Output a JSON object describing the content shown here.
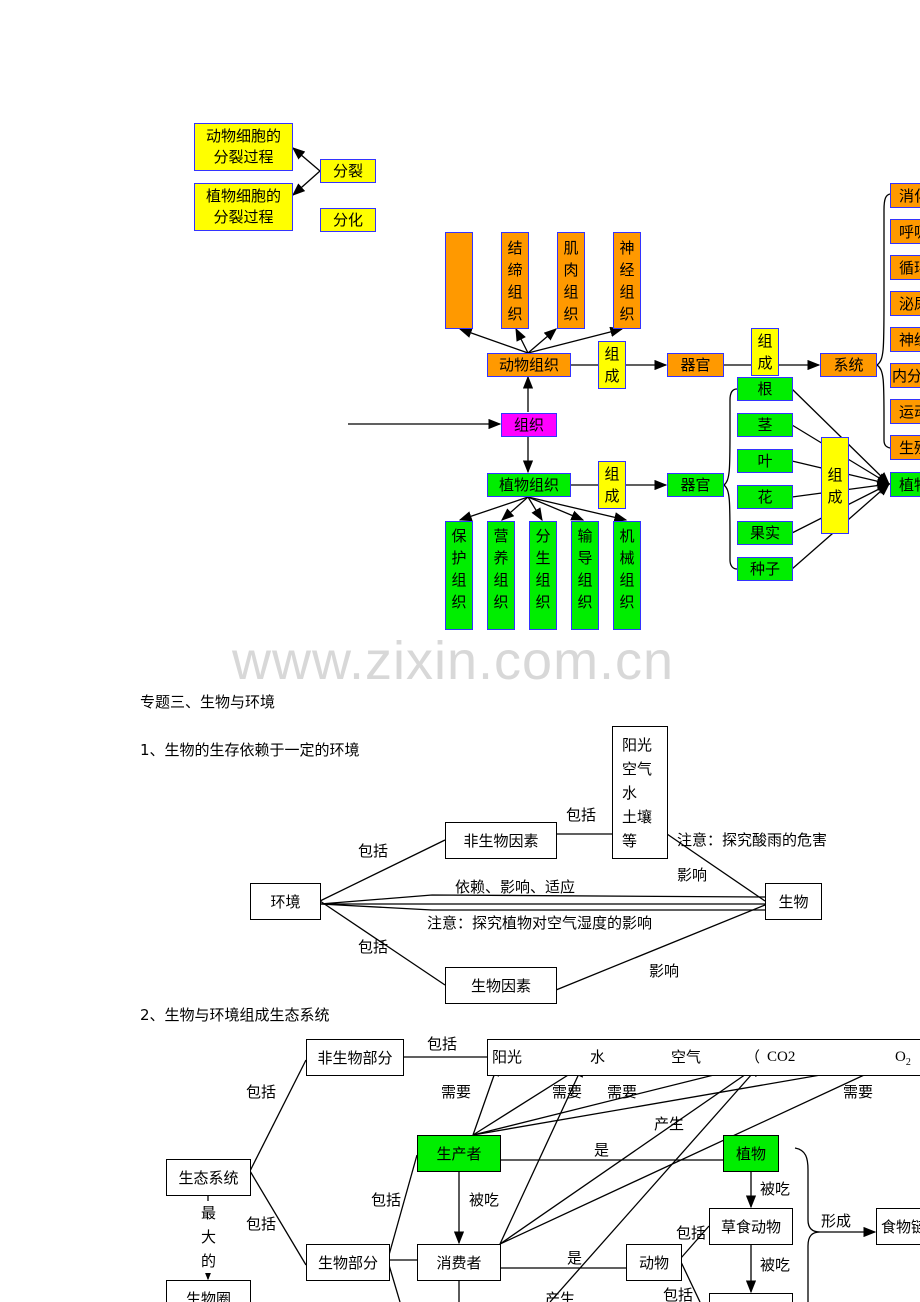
{
  "top_diagram": {
    "cell_division": [
      "动物细胞的\n分裂过程",
      "植物细胞的\n分裂过程"
    ],
    "split": "分裂",
    "differentiate": "分化",
    "animal_tissues": [
      "",
      "结缔组织",
      "肌肉组织",
      "神经组织"
    ],
    "animal_tissue": "动物组织",
    "compose": "组成",
    "organ": "器官",
    "system": "系统",
    "systems": [
      "消化",
      "呼吸",
      "循环",
      "泌尿",
      "神经",
      "内分泌",
      "运动",
      "生殖"
    ],
    "plant_body": "植物",
    "tissue": "组织",
    "plant_tissue": "植物组织",
    "plant_organs": [
      "根",
      "茎",
      "叶",
      "花",
      "果实",
      "种子"
    ],
    "plant_tissues": [
      "保护组织",
      "营养组织",
      "分生组织",
      "输导组织",
      "机械组织"
    ]
  },
  "watermark": "www.zixin.com.cn",
  "section_title": "专题三、生物与环境",
  "sub1": {
    "heading": "1、生物的生存依赖于一定的环境",
    "environment": "环境",
    "abiotic": "非生物因素",
    "biotic": "生物因素",
    "organism": "生物",
    "abiotic_list": "阳光\n空气\n水\n土壤\n等",
    "include": "包括",
    "affect": "影响",
    "note_acid_rain": "注意：探究酸雨的危害",
    "relation": "依赖、影响、适应",
    "note_humidity": "注意：探究植物对空气湿度的影响"
  },
  "sub2": {
    "heading": "2、生物与环境组成生态系统",
    "abiotic_part": "非生物部分",
    "ecosystem": "生态系统",
    "biosphere": "生物圈",
    "largest": "最大的",
    "biotic_part": "生物部分",
    "producer": "生产者",
    "consumer": "消费者",
    "plant": "植物",
    "animal": "动物",
    "herbivore": "草食动物",
    "food_chain": "食物链",
    "factors": [
      "阳光",
      "水",
      "空气",
      "（",
      "CO2",
      "O"
    ],
    "o2_sub": "2",
    "include": "包括",
    "need": "需要",
    "produce": "产生",
    "is": "是",
    "eaten": "被吃",
    "form": "形成"
  }
}
